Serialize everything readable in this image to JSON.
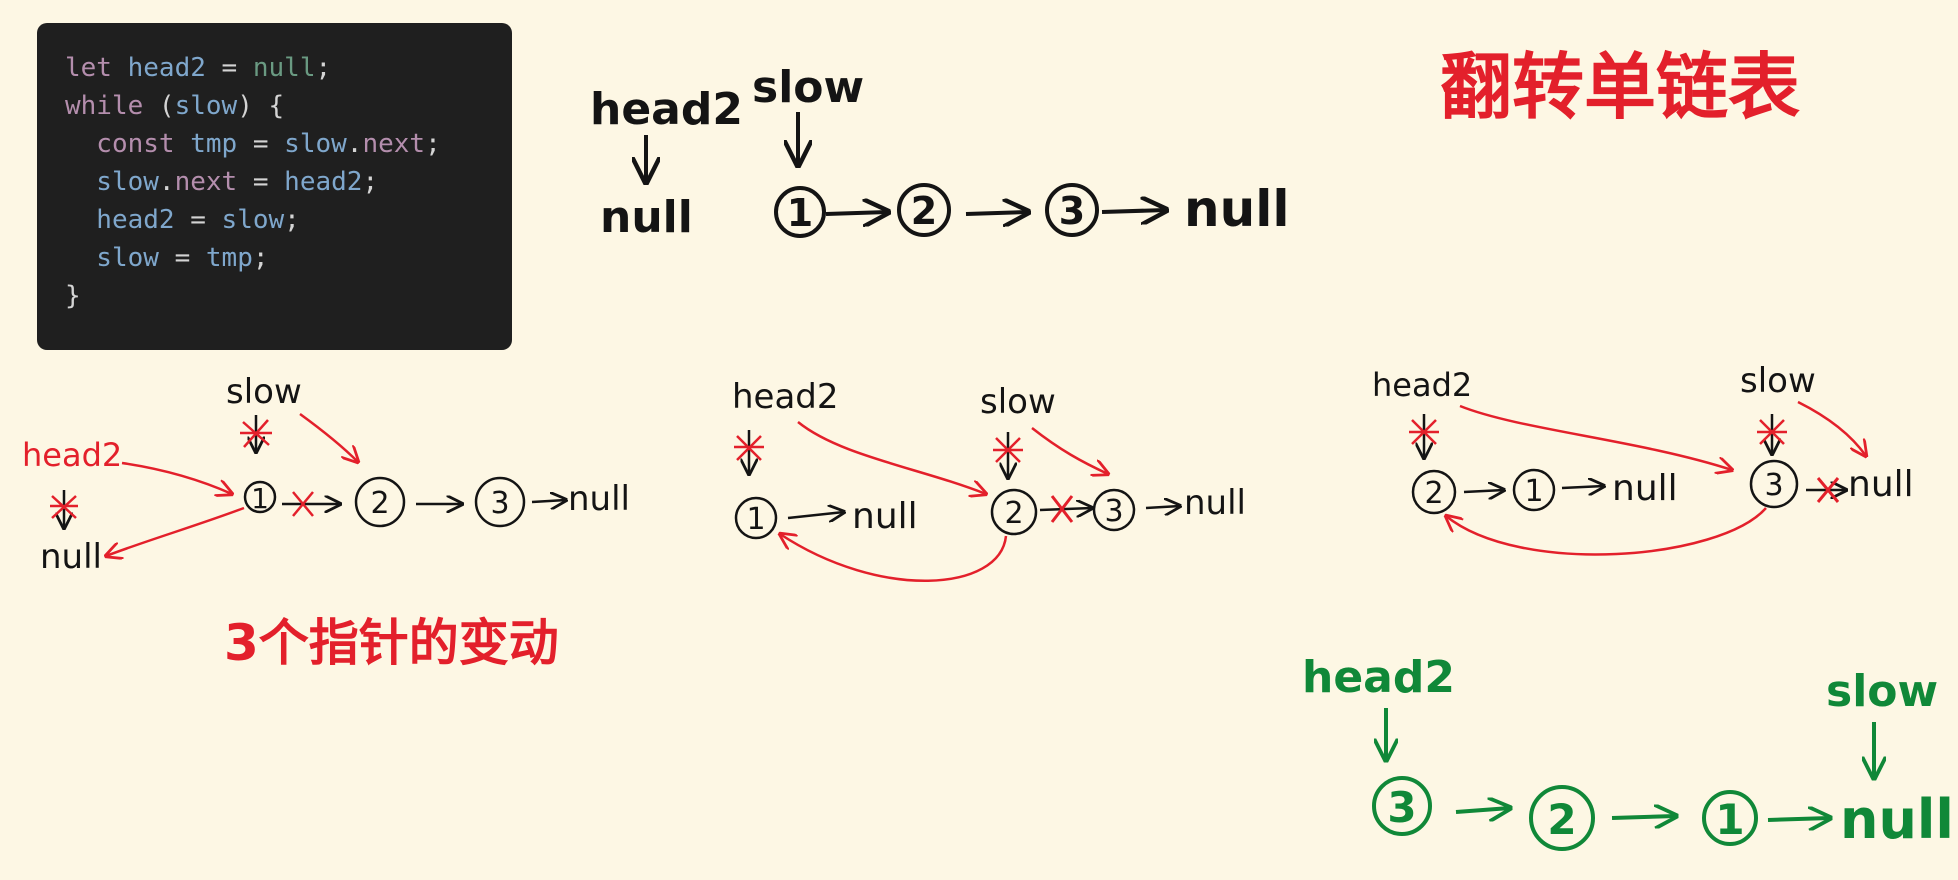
{
  "code": {
    "lines": [
      [
        {
          "t": "let ",
          "c": "kw"
        },
        {
          "t": "head2",
          "c": "vr"
        },
        {
          "t": " = ",
          "c": "pl"
        },
        {
          "t": "null",
          "c": "nl"
        },
        {
          "t": ";",
          "c": "pl"
        }
      ],
      [
        {
          "t": "while ",
          "c": "kw"
        },
        {
          "t": "(",
          "c": "pl"
        },
        {
          "t": "slow",
          "c": "vr"
        },
        {
          "t": ") {",
          "c": "pl"
        }
      ],
      [
        {
          "t": "  const ",
          "c": "kw"
        },
        {
          "t": "tmp",
          "c": "vr"
        },
        {
          "t": " = ",
          "c": "pl"
        },
        {
          "t": "slow",
          "c": "vr"
        },
        {
          "t": ".",
          "c": "pl"
        },
        {
          "t": "next",
          "c": "kw"
        },
        {
          "t": ";",
          "c": "pl"
        }
      ],
      [
        {
          "t": "  slow",
          "c": "vr"
        },
        {
          "t": ".",
          "c": "pl"
        },
        {
          "t": "next",
          "c": "kw"
        },
        {
          "t": " = ",
          "c": "pl"
        },
        {
          "t": "head2",
          "c": "vr"
        },
        {
          "t": ";",
          "c": "pl"
        }
      ],
      [
        {
          "t": "  head2",
          "c": "vr"
        },
        {
          "t": " = ",
          "c": "pl"
        },
        {
          "t": "slow",
          "c": "vr"
        },
        {
          "t": ";",
          "c": "pl"
        }
      ],
      [
        {
          "t": "  slow",
          "c": "vr"
        },
        {
          "t": " = ",
          "c": "pl"
        },
        {
          "t": "tmp",
          "c": "vr"
        },
        {
          "t": ";",
          "c": "pl"
        }
      ],
      [
        {
          "t": "}",
          "c": "pl"
        }
      ]
    ]
  },
  "title": "翻转单链表",
  "subtitle": "3个指针的变动",
  "labels": {
    "head2": "head2",
    "slow": "slow",
    "null": "null",
    "n1": "1",
    "n2": "2",
    "n3": "3"
  },
  "colors": {
    "ink": "#141414",
    "red": "#e3202b",
    "green": "#108838",
    "background": "#fdf7e4",
    "code_bg": "#1f1f1f"
  }
}
